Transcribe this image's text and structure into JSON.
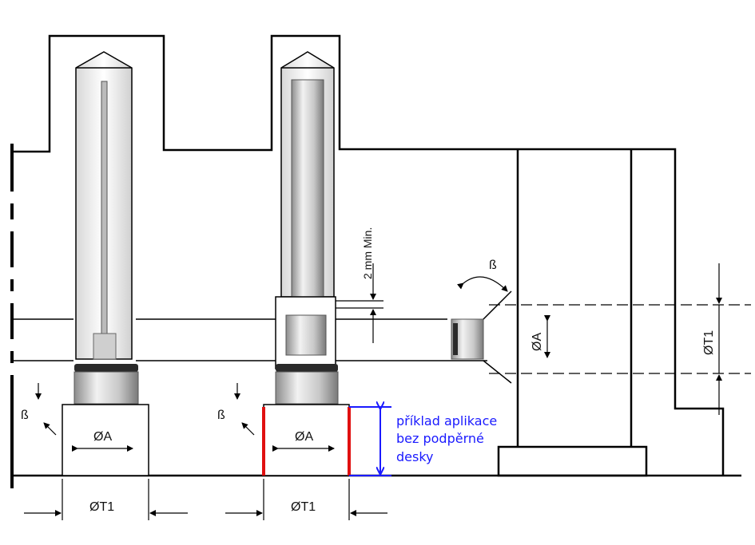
{
  "labels": {
    "dia_a": "ØA",
    "dia_t1": "ØT1",
    "angle_beta": "ß",
    "min_gap": "2 mm Min."
  },
  "note": {
    "line1": "příklad aplikace",
    "line2": "bez podpěrné",
    "line3": "desky"
  },
  "colors": {
    "highlight_red": "#e01010",
    "annotation_blue": "#1a1aff",
    "line": "#000000",
    "metal_light": "#e6e6e6",
    "metal_dark": "#9a9a9a",
    "oring": "#222222"
  }
}
